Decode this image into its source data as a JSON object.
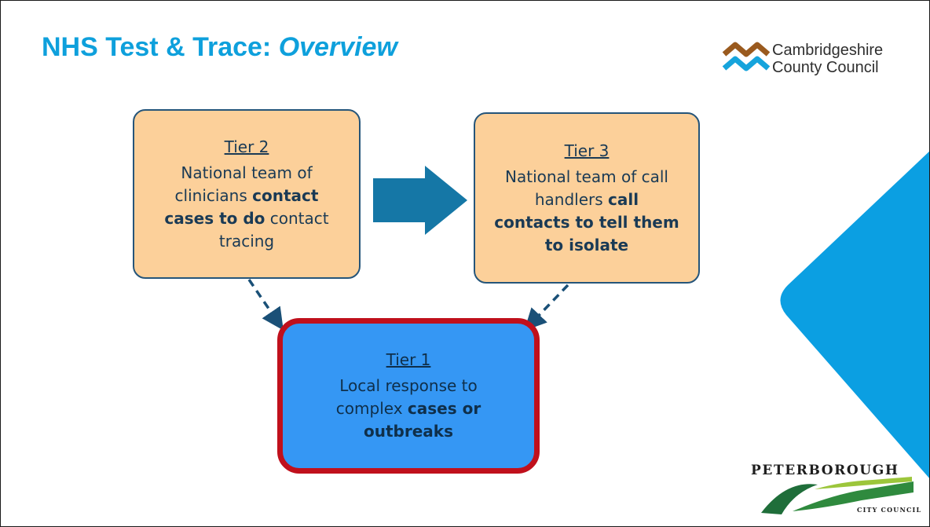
{
  "title": {
    "main": "NHS Test & Trace:",
    "sub": "Overview"
  },
  "logo_ccc": {
    "line1": "Cambridgeshire",
    "line2": "County Council"
  },
  "logo_pcc": {
    "line1": "PETERBOROUGH",
    "line2": "CITY COUNCIL"
  },
  "tier2": {
    "heading": "Tier 2",
    "text1": "National team of",
    "text2a": "clinicians ",
    "text2b": "contact",
    "text3a": "cases to do",
    "text3b": " contact",
    "text4": "tracing"
  },
  "tier3": {
    "heading": "Tier 3",
    "text1": "National team of call",
    "text2a": "handlers ",
    "text2b": "call",
    "text3": "contacts to tell them",
    "text4": "to isolate"
  },
  "tier1": {
    "heading": "Tier 1",
    "text1": "Local response to",
    "text2a": "complex ",
    "text2b": "cases or",
    "text3": "outbreaks"
  },
  "colors": {
    "title": "#0ea0dc",
    "box_fill": "#fcd09a",
    "box_border": "#25557a",
    "tier1_fill": "#3597f4",
    "tier1_border": "#c0101c",
    "arrow": "#1577a6",
    "deco_blue": "#0b9fe2"
  }
}
